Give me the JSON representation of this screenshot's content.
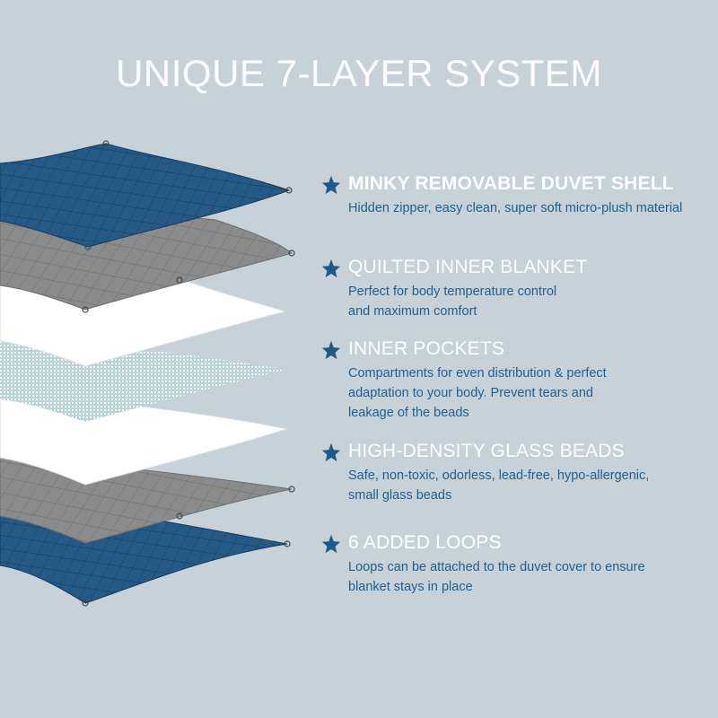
{
  "title": "UNIQUE 7-LAYER SYSTEM",
  "colors": {
    "background": "#c6d1d8",
    "navy_layer": "#255a86",
    "grey_layer": "#8b8b8b",
    "white_layer": "#ffffff",
    "mesh_layer": "#b7d5d6",
    "star": "#1f5a86",
    "description_text": "#1f5f92"
  },
  "features": [
    {
      "icon": "star-icon",
      "title": "MINKY REMOVABLE DUVET SHELL",
      "desc_lines": [
        "Hidden zipper, easy clean, super soft micro-plush material"
      ]
    },
    {
      "icon": "star-icon",
      "title": "QUILTED INNER BLANKET",
      "desc_lines": [
        "Perfect for body temperature control",
        "and maximum comfort"
      ]
    },
    {
      "icon": "star-icon",
      "title": "INNER POCKETS",
      "desc_lines": [
        "Compartments for even distribution & perfect",
        "adaptation to your body.  Prevent tears and",
        "leakage of the beads"
      ]
    },
    {
      "icon": "star-icon",
      "title": "HIGH-DENSITY GLASS BEADS",
      "desc_lines": [
        "Safe, non-toxic, odorless, lead-free, hypo-allergenic,",
        "small glass beads"
      ]
    },
    {
      "icon": "star-icon",
      "title": "6 ADDED LOOPS",
      "desc_lines": [
        "Loops can be attached to the duvet cover to ensure",
        "blanket stays in place"
      ]
    }
  ]
}
